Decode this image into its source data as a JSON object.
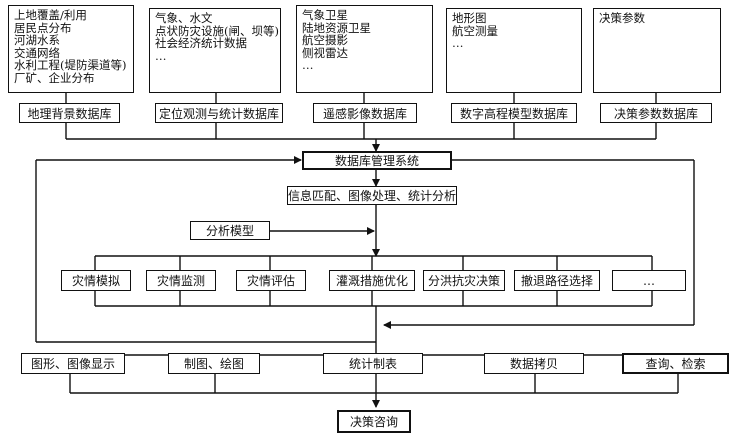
{
  "sources": [
    {
      "items": [
        "上地覆盖/利用",
        "居民点分布",
        "河湖水系",
        "交通网络",
        "水利工程(堤防渠道等)",
        "厂矿、企业分布",
        "…"
      ],
      "database": "地理背景数据库"
    },
    {
      "items": [
        "气象、水文",
        "点状防灾设施(闸、坝等)",
        "社会经济统计数据",
        "…"
      ],
      "database": "定位观测与统计数据库"
    },
    {
      "items": [
        "气象卫星",
        "陆地资源卫星",
        "航空摄影",
        "侧视雷达",
        "…"
      ],
      "database": "遥感影像数据库"
    },
    {
      "items": [
        "地形图",
        "航空测量",
        "…"
      ],
      "database": "数字高程模型数据库"
    },
    {
      "items": [
        "决策参数"
      ],
      "database": "决策参数数据库"
    }
  ],
  "management_system": "数据库管理系统",
  "processing": "信息匹配、图像处理、统计分析",
  "analysis_model": "分析模型",
  "modules": [
    "灾情模拟",
    "灾情监测",
    "灾情评估",
    "灌溉措施优化",
    "分洪抗灾决策",
    "撤退路径选择",
    "…"
  ],
  "outputs": [
    "图形、图像显示",
    "制图、绘图",
    "统计制表",
    "数据拷贝",
    "查询、检索"
  ],
  "final": "决策咨询"
}
